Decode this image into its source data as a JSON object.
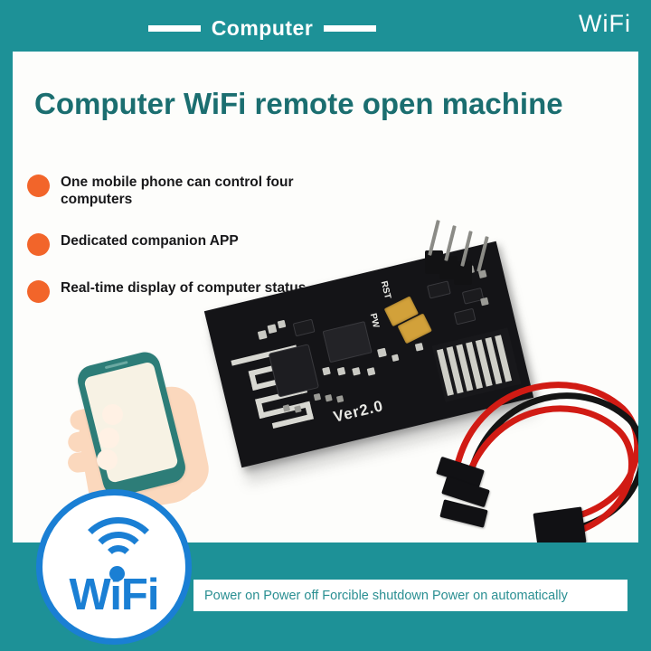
{
  "header": {
    "category_label": "Computer",
    "right_label": "WiFi",
    "teal_color": "#1d9197"
  },
  "main": {
    "title": "Computer WiFi remote open machine",
    "title_color": "#1b6e70",
    "bullet_color": "#f2652a",
    "features": [
      "One mobile phone can control four computers",
      "Dedicated companion APP",
      "Real-time display of computer status"
    ]
  },
  "product": {
    "board_version_text": "Ver2.0",
    "silkscreen_labels": [
      "RST",
      "PW"
    ],
    "board_color": "#141417",
    "capacitor_color": "#d2a13a",
    "wire_colors": [
      "#d11b14",
      "#141414"
    ]
  },
  "badge": {
    "label": "WiFi",
    "color": "#1a7fd4"
  },
  "footer": {
    "features_line": "Power on Power off Forcible shutdown Power on automatically",
    "text_color": "#2a8f92"
  }
}
